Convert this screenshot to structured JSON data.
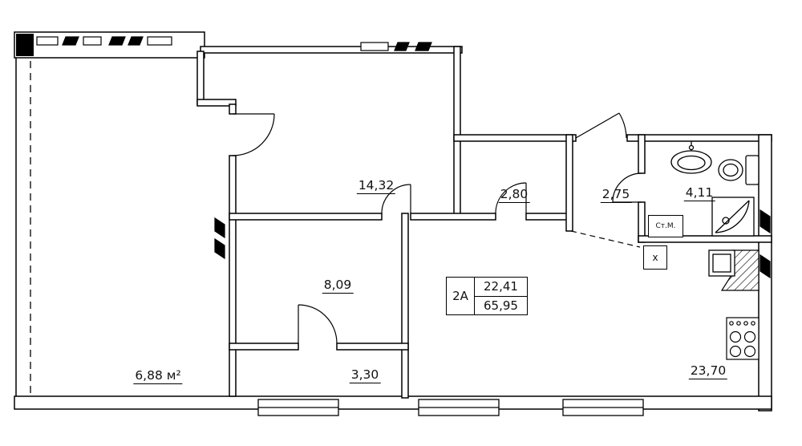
{
  "unit_box": {
    "code": "2А",
    "upper_area": "22,41",
    "lower_area": "65,95"
  },
  "room_labels": {
    "bedroom_top": "14,32",
    "closet": "2,80",
    "hallway": "2,75",
    "bathroom": "4,11",
    "bedroom_left": "8,09",
    "storage": "3,30",
    "kitchen_living": "23,70",
    "balcony": "6,88 м²"
  },
  "annotations": {
    "washing_machine": "Ст.М.",
    "vent_shaft": "х"
  },
  "colors": {
    "line": "#000000",
    "background": "#ffffff"
  }
}
